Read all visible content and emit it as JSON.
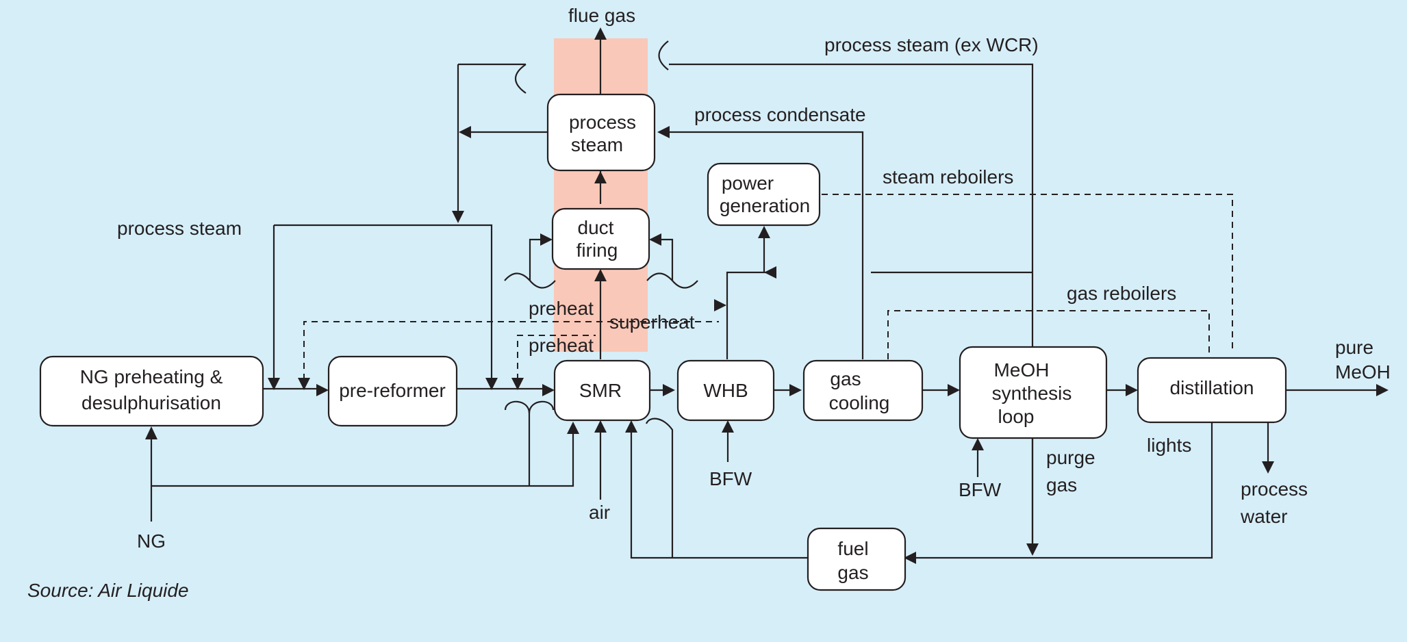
{
  "boxes": {
    "ng_preheat": [
      "NG preheating &",
      "desulphurisation"
    ],
    "pre_reformer": "pre-reformer",
    "smr": "SMR",
    "whb": "WHB",
    "gas_cooling": [
      "gas",
      "cooling"
    ],
    "meoh_loop": [
      "MeOH",
      "synthesis",
      "loop"
    ],
    "distillation": "distillation",
    "process_steam": [
      "process",
      "steam"
    ],
    "duct_firing": [
      "duct",
      "firing"
    ],
    "power_generation": [
      "power",
      "generation"
    ],
    "fuel_gas": [
      "fuel",
      "gas"
    ]
  },
  "labels": {
    "flue_gas": "flue gas",
    "process_steam_ex_wcr": "process steam (ex WCR)",
    "process_condensate": "process condensate",
    "steam_reboilers": "steam reboilers",
    "process_steam_left": "process steam",
    "gas_reboilers": "gas reboilers",
    "preheat_upper": "preheat",
    "superheat": "superheat",
    "preheat_lower": "preheat",
    "pure_meoh": [
      "pure",
      "MeOH"
    ],
    "bfw_whb": "BFW",
    "bfw_loop": "BFW",
    "air": "air",
    "ng": "NG",
    "purge_gas": [
      "purge",
      "gas"
    ],
    "lights": "lights",
    "process_water": [
      "process",
      "water"
    ]
  },
  "source": "Source: Air Liquide",
  "colors": {
    "background": "#d6eef8",
    "furnace_stack": "#f9c8b8",
    "box_fill": "#ffffff",
    "line": "#231f20"
  }
}
